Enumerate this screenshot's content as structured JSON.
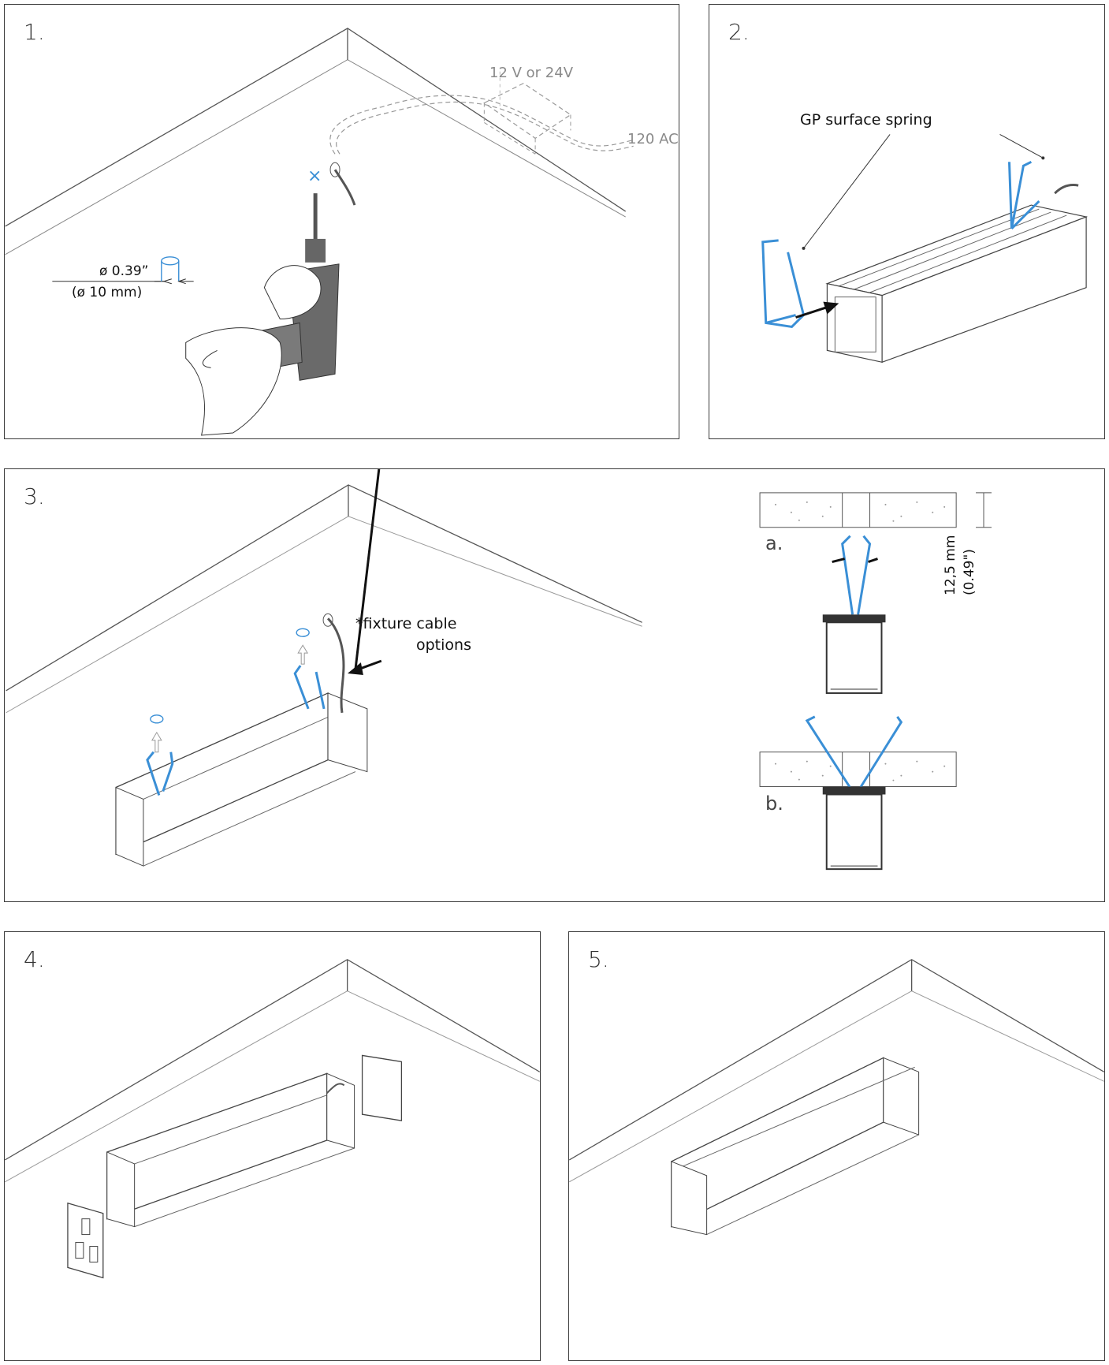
{
  "panels": [
    {
      "number": "1."
    },
    {
      "number": "2."
    },
    {
      "number": "3."
    },
    {
      "number": "4."
    },
    {
      "number": "5."
    }
  ],
  "step1": {
    "voltage_label": "12 V  or  24V",
    "ac_label": "120 AC",
    "drill_mark": "×",
    "hole_diameter_in": "ø 0.39”",
    "hole_diameter_mm": "(ø 10 mm)"
  },
  "step2": {
    "spring_label": "GP surface spring"
  },
  "step3": {
    "cable_label_line1": "*fixture cable",
    "cable_label_line2": "options",
    "detail_a": "a.",
    "detail_b": "b.",
    "thickness_mm": "12,5 mm",
    "thickness_in": "(0.49\")"
  },
  "colors": {
    "spring_blue": "#3a8fd6",
    "frame": "#3a3a3a",
    "line_gray": "#8a8a8a"
  }
}
